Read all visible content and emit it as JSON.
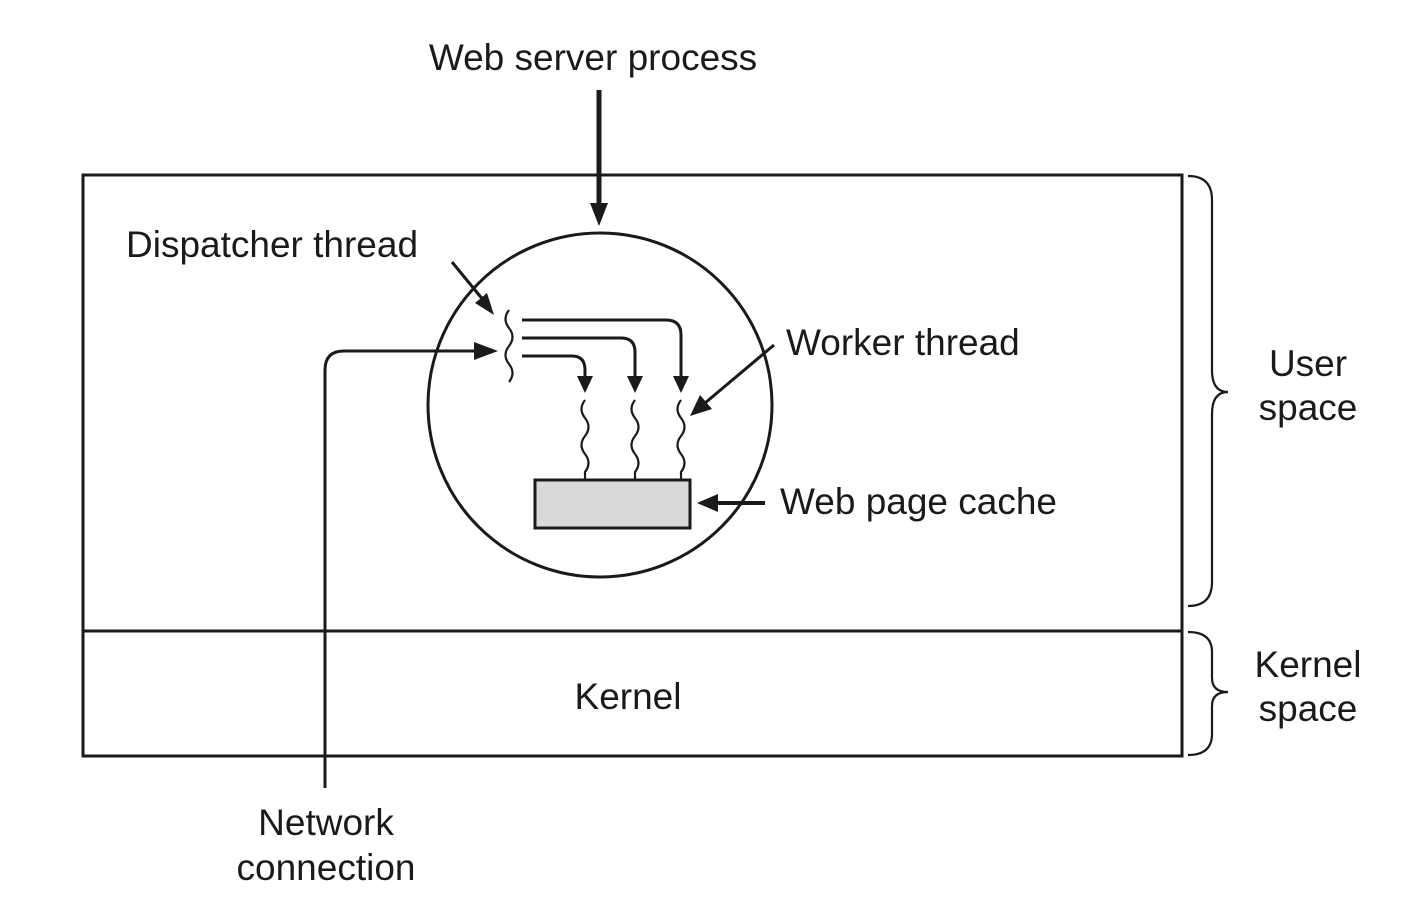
{
  "labels": {
    "process": "Web server process",
    "dispatcher": "Dispatcher thread",
    "worker": "Worker thread",
    "cache": "Web page cache",
    "kernel": "Kernel",
    "user_space": [
      "User",
      "space"
    ],
    "kernel_space": [
      "Kernel",
      "space"
    ],
    "network": [
      "Network",
      "connection"
    ]
  },
  "colors": {
    "stroke": "#1a1a1a",
    "cache_fill": "#d9d9d9",
    "background": "#ffffff"
  }
}
